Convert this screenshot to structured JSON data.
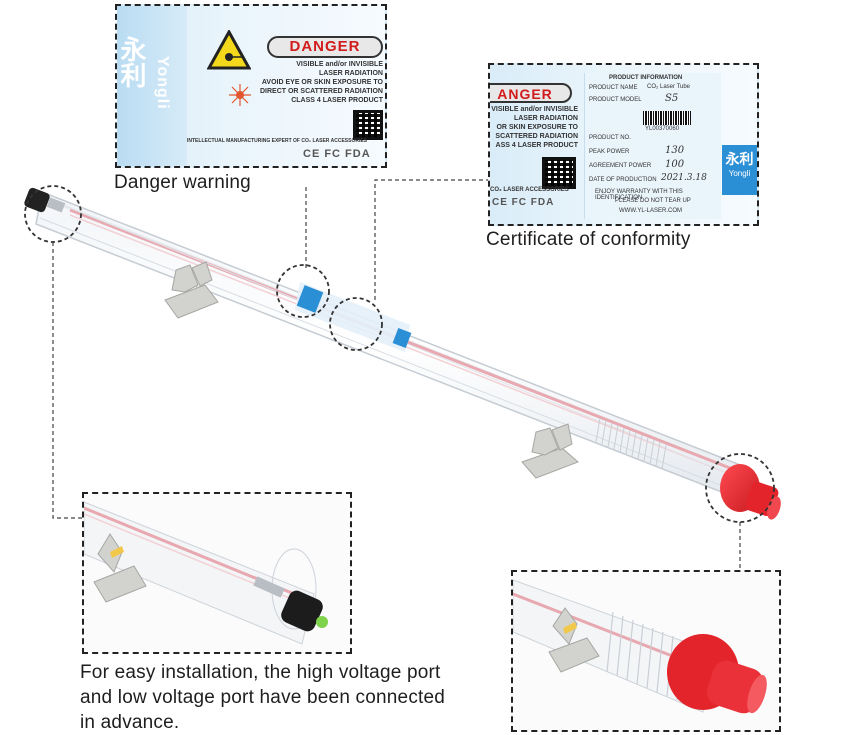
{
  "danger_inset": {
    "tag": "DANGER",
    "warning_lines": [
      "VISIBLE and/or INVISIBLE",
      "LASER RADIATION",
      "AVOID EYE OR SKIN EXPOSURE TO",
      "DIRECT OR SCATTERED RADIATION",
      "CLASS 4 LASER PRODUCT"
    ],
    "brand_cn": "永利",
    "brand_en": "Yongli",
    "footer": "INTELLECTUAL MANUFACTURING EXPERT OF CO₂ LASER ACCESSORIES",
    "marks": "CE FC FDA"
  },
  "danger_caption": "Danger warning",
  "cert_inset": {
    "tag": "ANGER",
    "warning_lines": [
      "VISIBLE and/or INVISIBLE",
      "LASER RADIATION",
      "OR SKIN EXPOSURE TO",
      "SCATTERED RADIATION",
      "ASS 4 LASER PRODUCT"
    ],
    "info_title": "PRODUCT INFORMATION",
    "fields": [
      "PRODUCT NAME",
      "PRODUCT MODEL",
      "PRODUCT NO.",
      "PEAK POWER",
      "AGREEMENT POWER",
      "DATE OF PRODUCTION"
    ],
    "product_name": "CO₂ Laser Tube",
    "barcode_no": "YL00370060",
    "handwritten": [
      "S5",
      "130",
      "100",
      "2021.3.18"
    ],
    "warranty": "ENJOY WARRANTY WITH THIS IDENTIFICATION",
    "keep": "PLEASE DO NOT TEAR UP",
    "site": "WWW.YL-LASER.COM",
    "footer": "CO₂ LASER ACCESSORIES",
    "marks": "CE FC FDA",
    "brand_cn": "永利",
    "brand_en": "Yongli"
  },
  "cert_caption": "Certificate of conformity",
  "install_caption_lines": [
    "For easy installation, the high voltage port",
    "and low voltage port have been connected",
    "in advance."
  ],
  "colors": {
    "cap_red": "#e3242b",
    "label_blue": "#2b8fd6",
    "tube_core": "#e8a8b0",
    "danger_red": "#d21b1b"
  }
}
